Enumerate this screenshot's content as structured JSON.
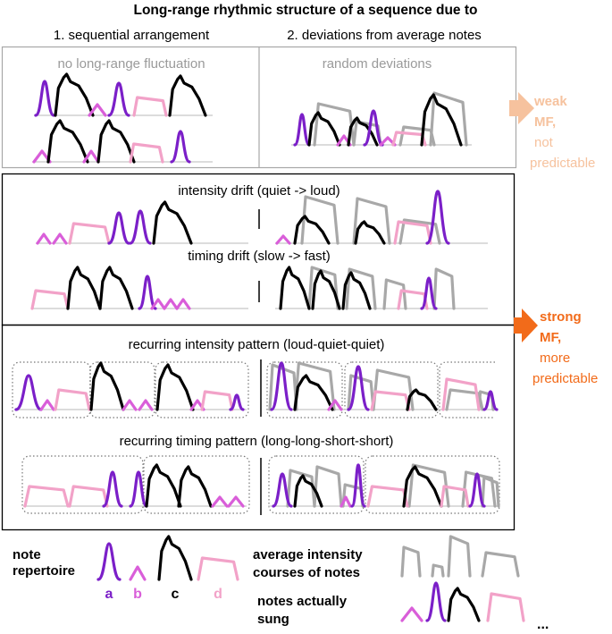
{
  "title": "Long-range rhythmic structure of a sequence due to",
  "columns": {
    "left": "1. sequential arrangement",
    "right": "2. deviations from average notes"
  },
  "panel_top": {
    "left_label": "no long-range fluctuation",
    "right_label": "random deviations"
  },
  "panel_drift": {
    "intensity_label": "intensity drift (quiet -> loud)",
    "timing_label": "timing drift (slow -> fast)"
  },
  "panel_pattern": {
    "intensity_label": "recurring intensity pattern (loud-quiet-quiet)",
    "timing_label": "recurring timing pattern (long-long-short-short)"
  },
  "outcome_weak": {
    "line1": "weak",
    "line2": "MF,",
    "line3": "not",
    "line4": "predictable"
  },
  "outcome_strong": {
    "line1": "strong",
    "line2": "MF,",
    "line3": "more",
    "line4": "predictable"
  },
  "legend": {
    "repertoire_line1": "note",
    "repertoire_line2": "repertoire",
    "letter_a": "a",
    "letter_b": "b",
    "letter_c": "c",
    "letter_d": "d",
    "average_line1": "average intensity",
    "average_line2": "courses of notes",
    "sung_line1": "notes actually",
    "sung_line2": "sung",
    "ellipsis": "..."
  },
  "colors": {
    "note_a": "#7B1FC8",
    "note_b": "#D95ED9",
    "note_c": "#000000",
    "note_d": "#F2A2C8",
    "average_note": "#A8A8A8",
    "weak_arrow": "#F6C29E",
    "strong_arrow": "#F26B1A",
    "weak_text": "#F6C29E",
    "strong_text": "#F26B1A",
    "top_panel_label": "#9A9A9A"
  }
}
